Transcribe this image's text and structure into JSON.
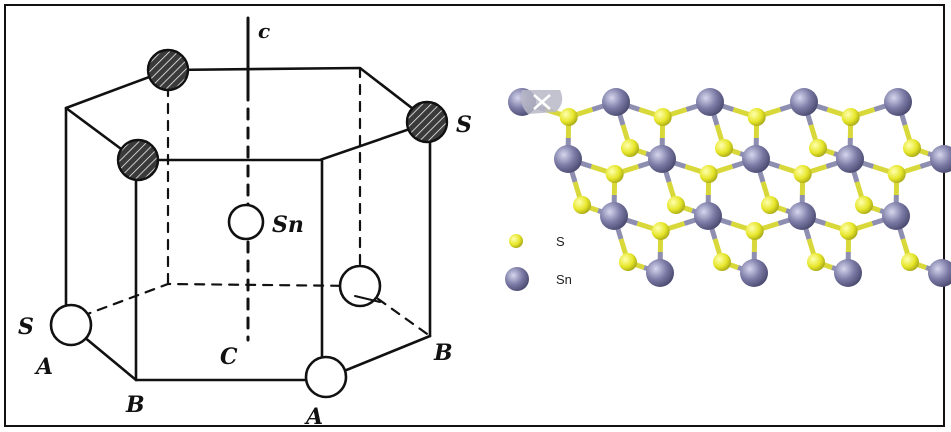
{
  "unit_cell": {
    "labels": {
      "axis_c_top": "c",
      "axis_c_bottom": "C",
      "sn_center": "Sn",
      "s_top_right": "S",
      "s_left": "S",
      "a_left": "A",
      "b_front": "B",
      "a_front": "A",
      "b_right": "B"
    }
  },
  "lattice": {
    "legend": [
      {
        "label": "S",
        "color": "#e6e62a"
      },
      {
        "label": "Sn",
        "color": "#7b7ba6"
      }
    ]
  },
  "colors": {
    "line": "#111111",
    "sulfur": "#e6e62a",
    "tin": "#7b7ba6",
    "bond_tin": "#8e8eb0",
    "bond_sulfur": "#d8d83a"
  }
}
